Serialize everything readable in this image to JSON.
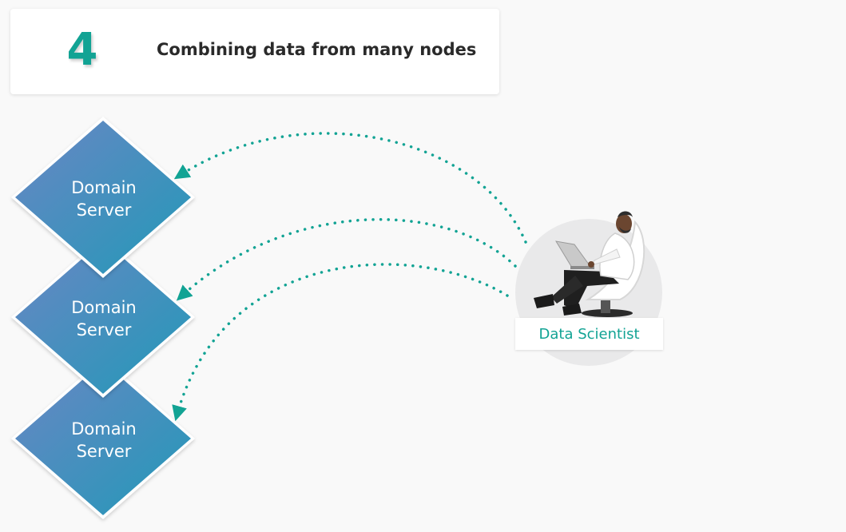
{
  "header": {
    "step_number": "4",
    "title": "Combining data from many nodes"
  },
  "nodes": [
    {
      "line1": "Domain",
      "line2": "Server"
    },
    {
      "line1": "Domain",
      "line2": "Server"
    },
    {
      "line1": "Domain",
      "line2": "Server"
    }
  ],
  "actor": {
    "label": "Data Scientist"
  },
  "colors": {
    "accent": "#12a394",
    "diamond_gradient_start": "#6a86c4",
    "diamond_gradient_end": "#2299b8",
    "background": "#f9f9f9"
  }
}
